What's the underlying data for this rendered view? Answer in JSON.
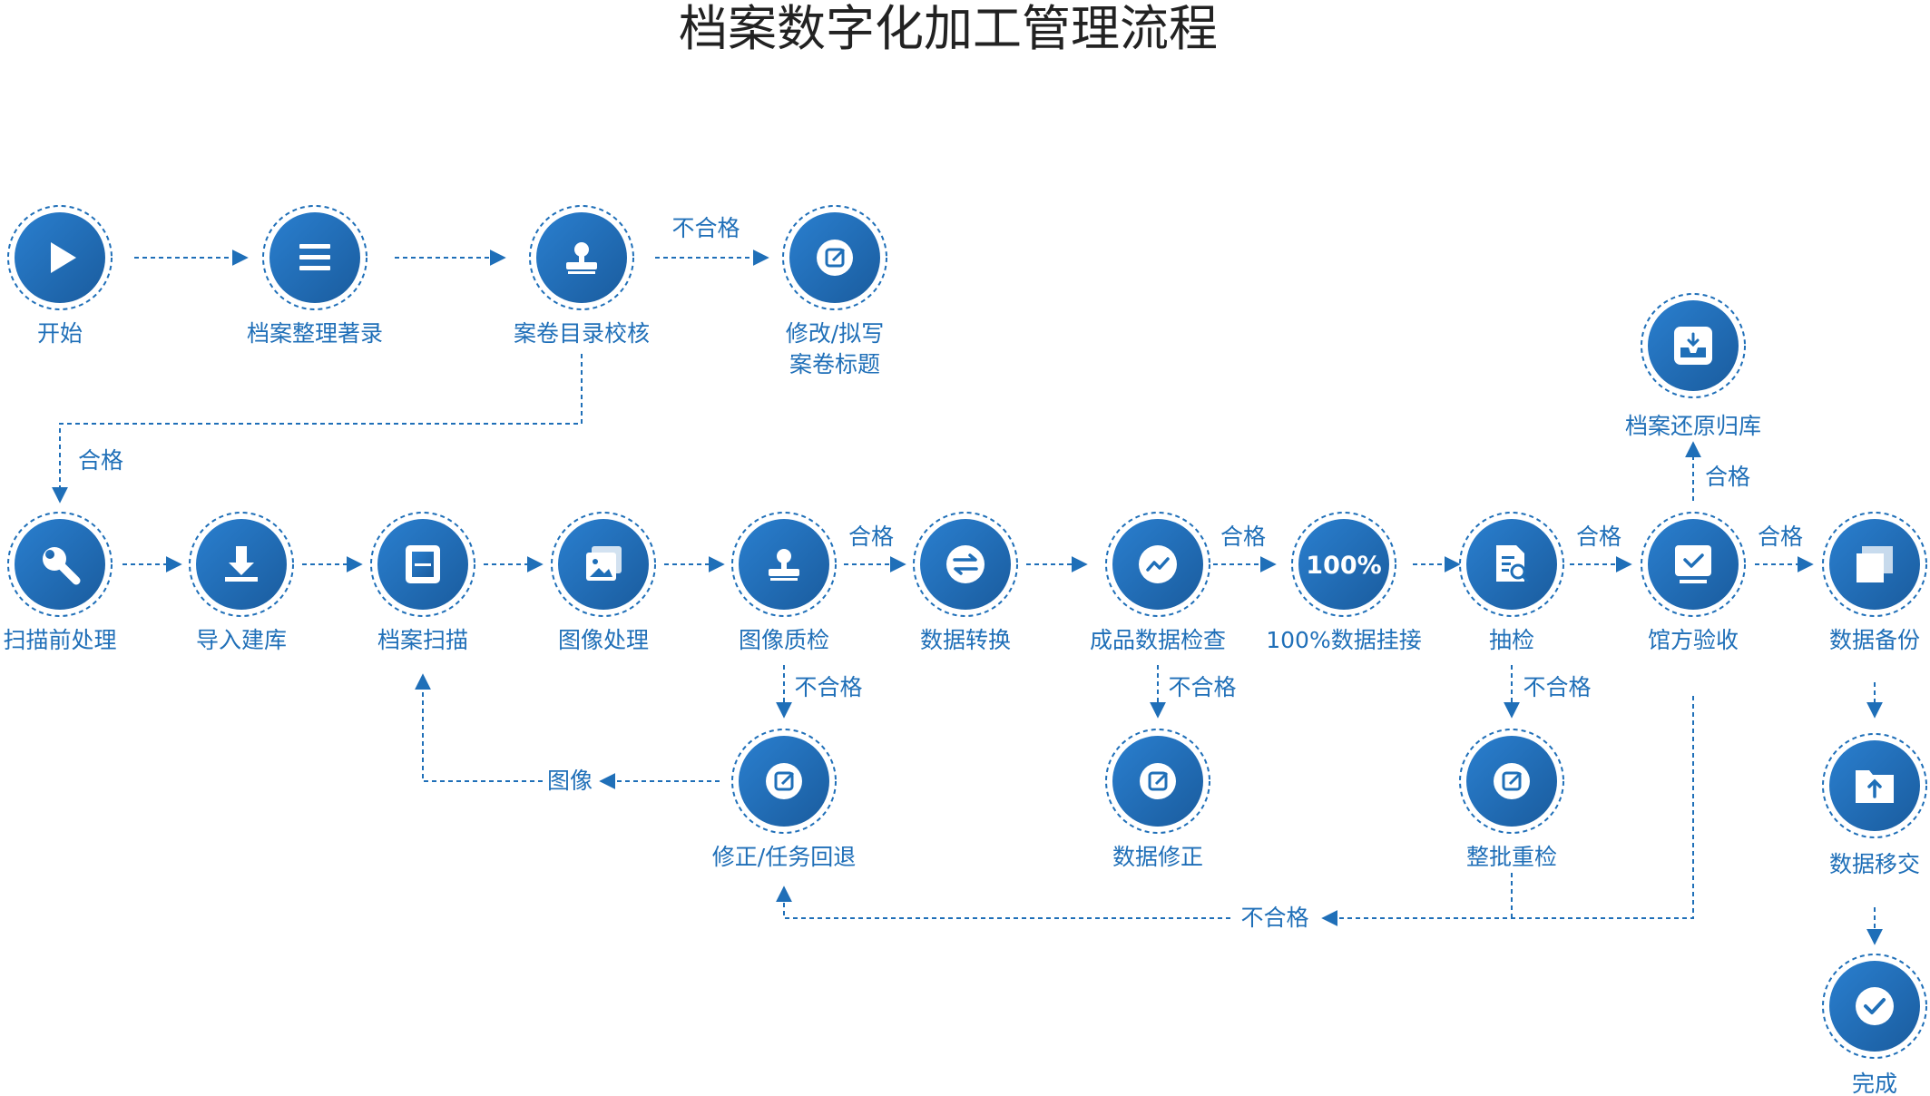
{
  "title": "档案数字化加工管理流程",
  "colors": {
    "primary": "#1f6fb8",
    "primary_dark": "#1b5fa3",
    "background": "#ffffff",
    "title": "#222222"
  },
  "nodes": {
    "start": {
      "label": "开始",
      "icon": "play-icon"
    },
    "arrange": {
      "label": "档案整理著录",
      "icon": "list-icon"
    },
    "catalog": {
      "label": "案卷目录校核",
      "icon": "stamp-icon"
    },
    "revise_title": {
      "label": [
        "修改/拟写",
        "案卷标题"
      ],
      "icon": "edit-icon"
    },
    "prescan": {
      "label": "扫描前处理",
      "icon": "wrench-icon"
    },
    "import": {
      "label": "导入建库",
      "icon": "download-icon"
    },
    "scan": {
      "label": "档案扫描",
      "icon": "scan-icon"
    },
    "imgproc": {
      "label": "图像处理",
      "icon": "image-icon"
    },
    "imgqc": {
      "label": "图像质检",
      "icon": "stamp-icon"
    },
    "convert": {
      "label": "数据转换",
      "icon": "swap-icon"
    },
    "productqc": {
      "label": "成品数据检查",
      "icon": "chart-icon"
    },
    "hook": {
      "label": "100%数据挂接",
      "icon": "percent-badge",
      "text": "100%"
    },
    "sample": {
      "label": "抽检",
      "icon": "doc-search-icon"
    },
    "accept": {
      "label": "馆方验收",
      "icon": "check-board-icon"
    },
    "restore": {
      "label": "档案还原归库",
      "icon": "inbox-icon"
    },
    "backup": {
      "label": "数据备份",
      "icon": "copy-icon"
    },
    "fix_task": {
      "label": "修正/任务回退",
      "icon": "edit-icon"
    },
    "fix_data": {
      "label": "数据修正",
      "icon": "edit-icon"
    },
    "recheck": {
      "label": "整批重检",
      "icon": "edit-icon"
    },
    "transfer": {
      "label": "数据移交",
      "icon": "folder-upload-icon"
    },
    "done": {
      "label": "完成",
      "icon": "check-icon"
    }
  },
  "edge_labels": {
    "fail": "不合格",
    "pass": "合格",
    "image": "图像"
  }
}
